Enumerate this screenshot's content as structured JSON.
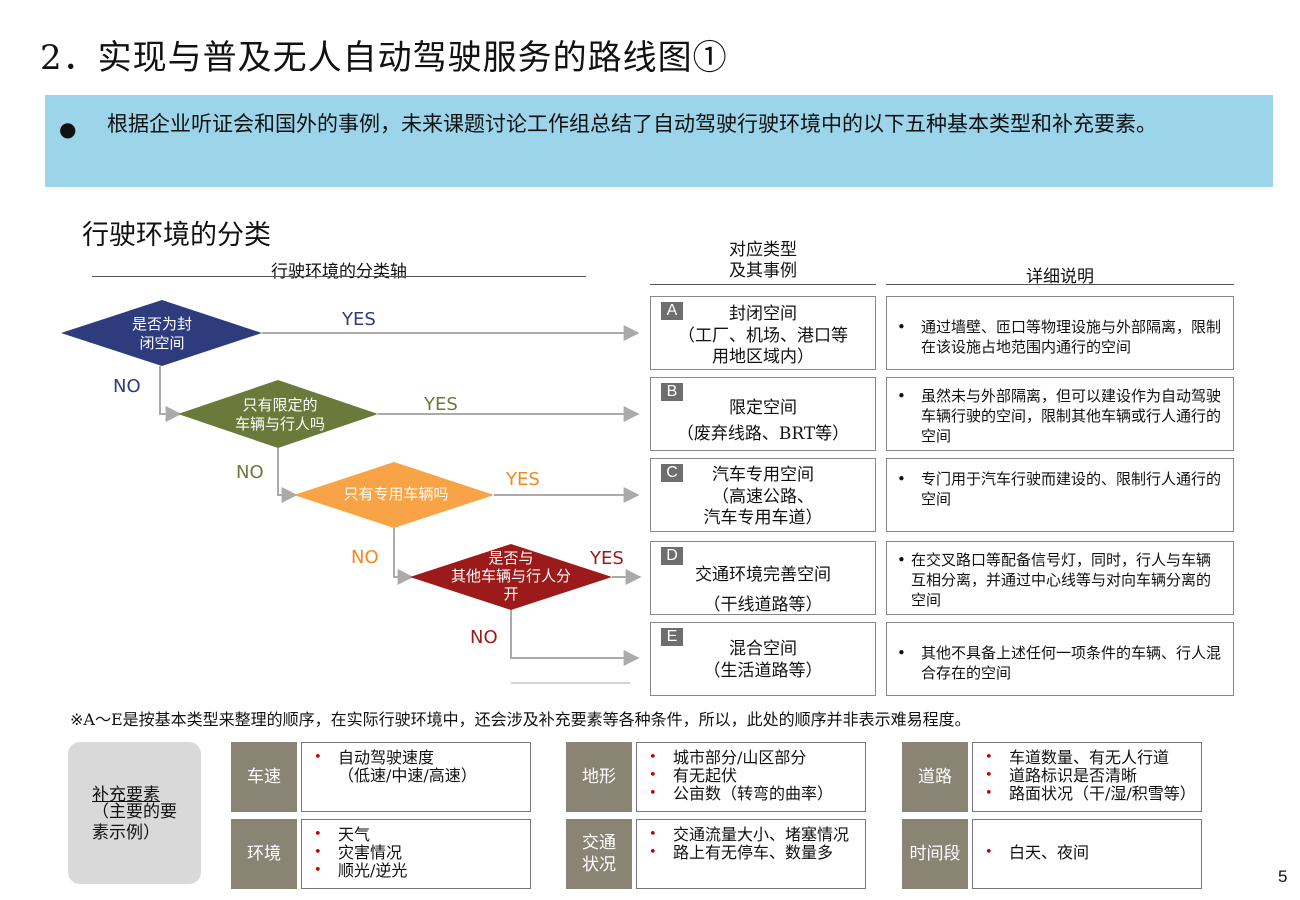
{
  "title": "2．实现与普及无人自动驾驶服务的路线图①",
  "banner": {
    "bullet": "●",
    "text": "根据企业听证会和国外的事例，未来课题讨论工作组总结了自动驾驶行驶环境中的以下五种基本类型和补充要素。"
  },
  "section_title": "行驶环境的分类",
  "headers": {
    "axis": "行驶环境的分类轴",
    "type_line1": "对应类型",
    "type_line2": "及其事例",
    "detail": "详细说明"
  },
  "flow": {
    "decisions": [
      {
        "line1": "是否为封",
        "line2": "闭空间",
        "color": "#2e3b7d"
      },
      {
        "line1": "只有限定的",
        "line2": "车辆与行人吗",
        "color": "#6b7a3a"
      },
      {
        "line1": "只有专用车辆吗",
        "line2": "",
        "color": "#f8a346"
      },
      {
        "line1": "是否与",
        "line2": "其他车辆与行人分",
        "line3": "开",
        "color": "#9c1a1a"
      }
    ],
    "yes": "YES",
    "no": "NO"
  },
  "types": [
    {
      "badge": "A",
      "name": "封闭空间",
      "ex1": "（工厂、机场、港口等",
      "ex2": "用地区域内）",
      "detail_bullet": "•",
      "detail": "通过墙壁、匝口等物理设施与外部隔离，限制在该设施占地范围内通行的空间"
    },
    {
      "badge": "B",
      "name": "限定空间",
      "ex1": "（废弃线路、BRT等）",
      "ex2": "",
      "detail_bullet": "•",
      "detail": "虽然未与外部隔离，但可以建设作为自动驾驶车辆行驶的空间，限制其他车辆或行人通行的空间"
    },
    {
      "badge": "C",
      "name": "汽车专用空间",
      "ex1": "（高速公路、",
      "ex2": "汽车专用车道）",
      "detail_bullet": "•",
      "detail": "专门用于汽车行驶而建设的、限制行人通行的空间"
    },
    {
      "badge": "D",
      "name": "交通环境完善空间",
      "ex1": "（干线道路等）",
      "ex2": "",
      "detail_bullet": "•",
      "detail": "在交叉路口等配备信号灯，同时，行人与车辆互相分离，并通过中心线等与对向车辆分离的空间"
    },
    {
      "badge": "E",
      "name": "混合空间",
      "ex1": "（生活道路等）",
      "ex2": "",
      "detail_bullet": "•",
      "detail": "其他不具备上述任何一项条件的车辆、行人混合存在的空间"
    }
  ],
  "note": "※A～E是按基本类型来整理的顺序，在实际行驶环境中，还会涉及补充要素等各种条件，所以，此处的顺序并非表示难易程度。",
  "supplement": {
    "title": "补充要素",
    "subtitle": "（主要的要素示例）",
    "bullet": "•",
    "items": [
      {
        "label": "车速",
        "lines": [
          "自动驾驶速度",
          "（低速/中速/高速）"
        ],
        "bullets": [
          true,
          false
        ]
      },
      {
        "label": "地形",
        "lines": [
          "城市部分/山区部分",
          "有无起伏",
          "公亩数（转弯的曲率）"
        ],
        "bullets": [
          true,
          true,
          true
        ]
      },
      {
        "label": "道路",
        "lines": [
          "车道数量、有无人行道",
          "道路标识是否清晰",
          "路面状况（干/湿/积雪等）"
        ],
        "bullets": [
          true,
          true,
          true
        ]
      },
      {
        "label": "环境",
        "lines": [
          "天气",
          "灾害情况",
          "顺光/逆光"
        ],
        "bullets": [
          true,
          true,
          true
        ]
      },
      {
        "label": "交通状况",
        "lines": [
          "交通流量大小、堵塞情况",
          "路上有无停车、数量多"
        ],
        "bullets": [
          true,
          true
        ]
      },
      {
        "label": "时间段",
        "lines": [
          "白天、夜间"
        ],
        "bullets": [
          true
        ]
      }
    ]
  },
  "page_number": "5"
}
